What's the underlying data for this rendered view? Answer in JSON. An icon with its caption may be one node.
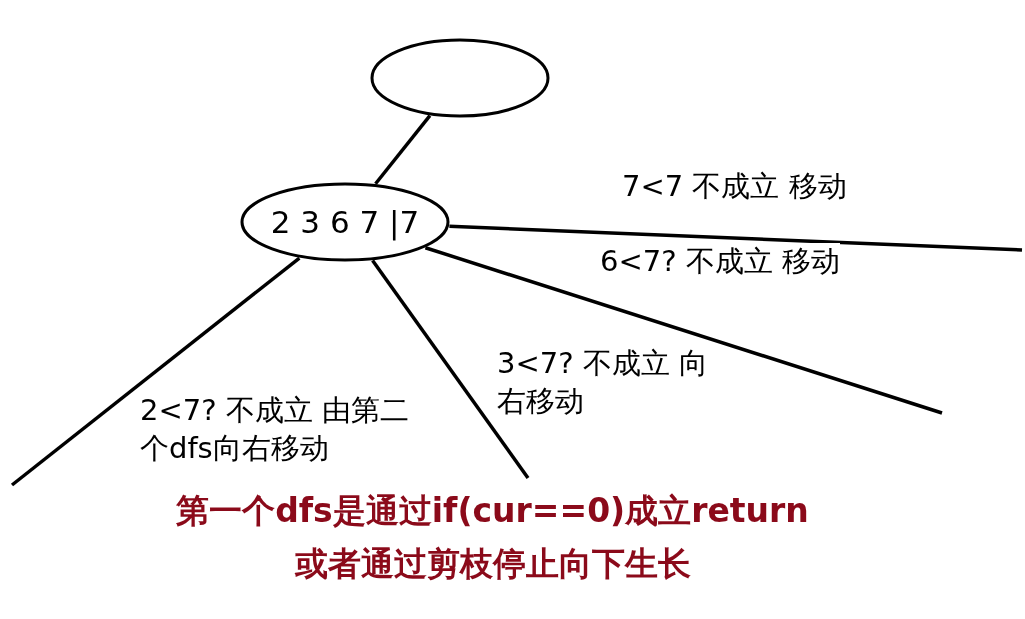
{
  "diagram": {
    "nodes": [
      {
        "text": [],
        "shape": "circle"
      },
      {
        "text": [
          "2 3 6 7 |7"
        ]
      }
    ],
    "edges": [
      {
        "from": 0,
        "to": 1,
        "arrow": "none"
      },
      {
        "from": 1,
        "to": null,
        "arrow": "none",
        "label": "2<7? 不成立 由第二个dfs向右移动"
      },
      {
        "from": 1,
        "to": null,
        "arrow": "none",
        "label": "3<7? 不成立 向右移动"
      },
      {
        "from": 1,
        "to": null,
        "arrow": "none",
        "label": "6<7? 不成立 移动"
      },
      {
        "from": 1,
        "to": null,
        "arrow": "none",
        "label": "7<7 不成立 移动"
      }
    ],
    "labels": [
      "第一个dfs是通过if(cur==0)成立return或者通过剪枝停止向下生长"
    ]
  }
}
